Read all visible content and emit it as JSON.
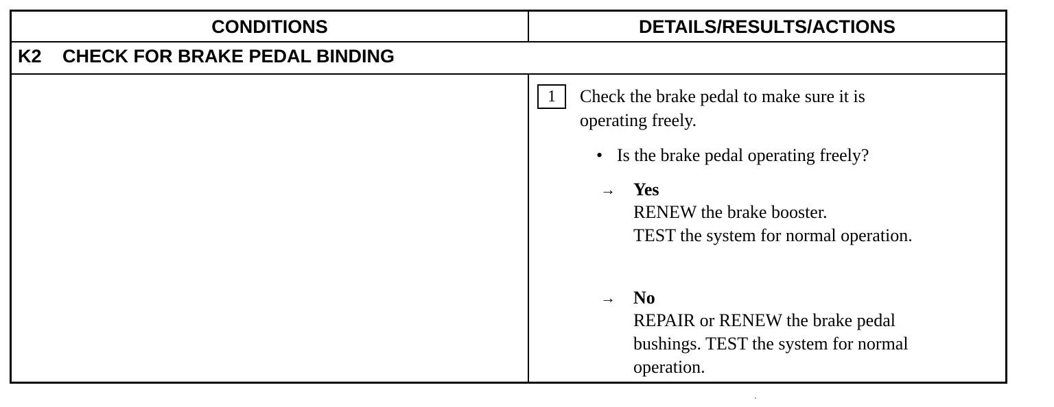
{
  "table": {
    "headers": {
      "conditions": "CONDITIONS",
      "details": "DETAILS/RESULTS/ACTIONS"
    },
    "section": {
      "code": "K2",
      "title": "CHECK FOR BRAKE PEDAL BINDING"
    },
    "step": {
      "number": "1",
      "instruction": "Check the brake pedal to make sure it is operating freely.",
      "question": "Is the brake pedal operating freely?",
      "yes": {
        "label": "Yes",
        "lines": [
          "RENEW the brake booster.",
          "TEST the system for normal operation."
        ]
      },
      "no": {
        "label": "No",
        "text": "REPAIR or RENEW the brake pedal bushings. TEST the system for normal operation."
      }
    }
  },
  "glyphs": {
    "arrow": "→",
    "bullet": "•"
  }
}
